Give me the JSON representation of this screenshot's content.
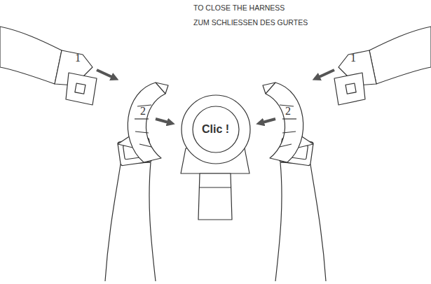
{
  "diagram": {
    "title": "TO CLOSE THE HARNESS",
    "nodes": [
      {
        "text": [
          "Clic !"
        ]
      }
    ],
    "labels": [
      "ZUM SCHLIESSEN DES GURTES",
      "1",
      "2",
      "2",
      "1"
    ]
  }
}
